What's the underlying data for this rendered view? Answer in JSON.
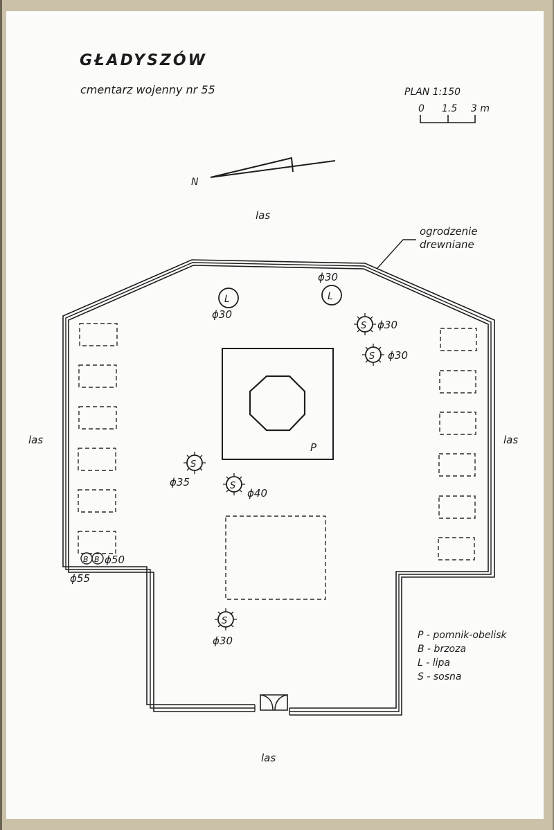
{
  "drawing": {
    "title": "GŁADYSZÓW",
    "subtitle": "cmentarz wojenny nr 55",
    "scale": {
      "label": "PLAN 1:150",
      "ticks": [
        "0",
        "1.5",
        "3 m"
      ]
    },
    "north_label": "N",
    "surroundings": {
      "top": "las",
      "left": "las",
      "right": "las",
      "bottom": "las"
    },
    "fence_label_line1": "ogrodzenie",
    "fence_label_line2": "drewniane",
    "monument_label": "P",
    "trees": [
      {
        "symbol": "L",
        "diameter": "ϕ30",
        "type": "lipa"
      },
      {
        "symbol": "L",
        "diameter": "ϕ30",
        "type": "lipa"
      },
      {
        "symbol": "S",
        "diameter": "ϕ30",
        "type": "sosna"
      },
      {
        "symbol": "S",
        "diameter": "ϕ30",
        "type": "sosna"
      },
      {
        "symbol": "S",
        "diameter": "ϕ35",
        "type": "sosna"
      },
      {
        "symbol": "S",
        "diameter": "ϕ40",
        "type": "sosna"
      },
      {
        "symbol": "S",
        "diameter": "ϕ30",
        "type": "sosna"
      },
      {
        "symbol": "B",
        "diameter": "ϕ55",
        "type": "brzoza"
      },
      {
        "symbol": "B",
        "diameter": "ϕ50",
        "type": "brzoza"
      }
    ],
    "legend": [
      {
        "key": "P",
        "text": "P - pomnik-obelisk"
      },
      {
        "key": "B",
        "text": "B - brzoza"
      },
      {
        "key": "L",
        "text": "L - lipa"
      },
      {
        "key": "S",
        "text": "S - sosna"
      }
    ],
    "graves": {
      "left_column_count": 6,
      "right_column_count": 6,
      "central_mass_grave": 1
    },
    "colors": {
      "paper": "#fbfbf9",
      "mount": "#cbc1a8",
      "ink": "#1e1e1e"
    }
  }
}
